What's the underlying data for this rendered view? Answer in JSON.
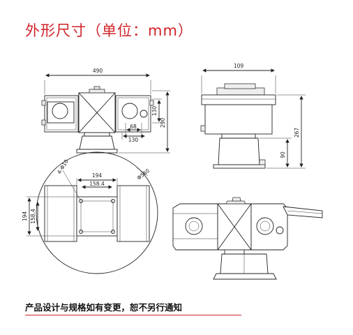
{
  "title": "外形尺寸（单位：mm）",
  "footer": "产品设计与规格如有变更，恕不另行通知",
  "colors": {
    "accent": "#d2232a",
    "line": "#222222"
  },
  "dimensions": {
    "front_width": "490",
    "front_height": "290",
    "front_right_130": "130",
    "front_68": "68",
    "front_130b": "130",
    "side_width": "109",
    "side_height": "267",
    "side_base": "90",
    "top_194": "194",
    "top_158": "158.4",
    "top_left_194": "194",
    "top_left_158": "158.4",
    "top_hole": "4-Φ10",
    "top_circle": "Φ560"
  }
}
